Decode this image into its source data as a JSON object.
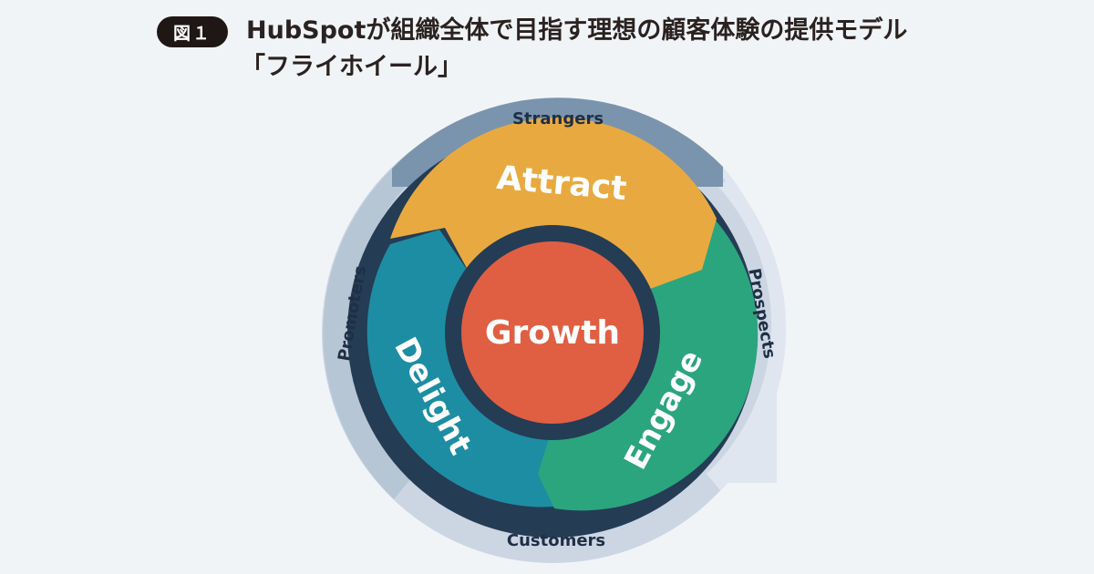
{
  "figure": {
    "badge": "図１",
    "title_line1": "HubSpotが組織全体で目指す理想の顧客体験の提供モデル",
    "title_line2": "「フライホイール」"
  },
  "flywheel": {
    "center": "Growth",
    "segments": {
      "attract": "Attract",
      "engage": "Engage",
      "delight": "Delight"
    },
    "outer_labels": {
      "strangers": "Strangers",
      "prospects": "Prospects",
      "customers": "Customers",
      "promoters": "Promoters"
    },
    "colors": {
      "attract": "#e8aa40",
      "engage": "#2ba57e",
      "delight": "#1d8da3",
      "growth": "#e05f43",
      "ring": "#243c54",
      "strangers": "#7a94ad",
      "promoters": "#b7c6d5",
      "customers": "#ccd6e3",
      "prospects": "#e0e6ef"
    }
  }
}
